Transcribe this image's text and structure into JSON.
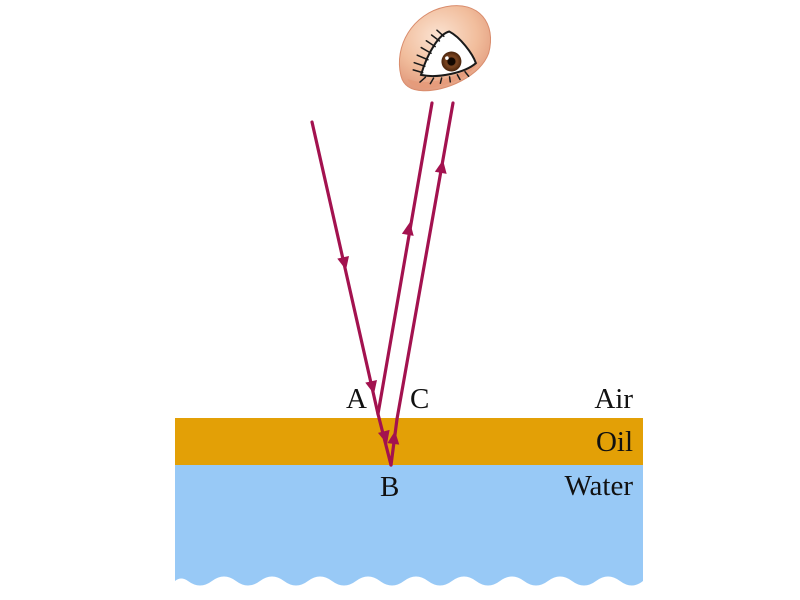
{
  "labels": {
    "point_a": "A",
    "point_b": "B",
    "point_c": "C",
    "air": "Air",
    "oil": "Oil",
    "water": "Water"
  },
  "colors": {
    "ray": "#a3124f",
    "oil": "#e3a006",
    "water": "#98c9f6",
    "skin": "#f1bd9c",
    "iris": "#5b2f14"
  },
  "icons": {
    "observer": "eye-icon"
  }
}
